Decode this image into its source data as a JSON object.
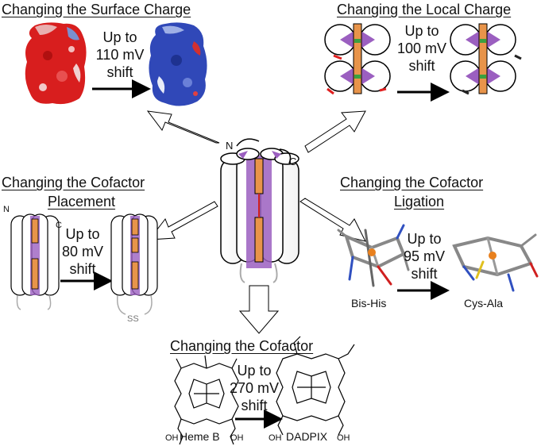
{
  "panels": {
    "surface": {
      "title": "Changing the Surface Charge",
      "shift": [
        "Up to",
        "110 mV",
        "shift"
      ]
    },
    "local": {
      "title": "Changing the Local Charge",
      "shift": [
        "Up to",
        "100 mV",
        "shift"
      ]
    },
    "placement": {
      "title": [
        "Changing the Cofactor",
        "Placement"
      ],
      "shift": [
        "Up to",
        "80 mV",
        "shift"
      ],
      "labels": {
        "n": "N",
        "c": "C",
        "ss": "SS"
      }
    },
    "ligation": {
      "title": [
        "Changing the Cofactor",
        "Ligation"
      ],
      "shift": [
        "Up to",
        "95 mV",
        "shift"
      ],
      "from": "Bis-His",
      "to": "Cys-Ala"
    },
    "cofactor": {
      "title": "Changing the Cofactor",
      "shift": [
        "Up to",
        "270 mV",
        "shift"
      ],
      "from": "Heme B",
      "to": "DADPIX",
      "oh_labels": [
        "OH",
        "OH",
        "OH",
        "OH"
      ]
    }
  },
  "center": {
    "n_label": "N",
    "c_label": "C"
  },
  "colors": {
    "negative": "#e02020",
    "positive": "#2a48b8",
    "heme": "#e8944a",
    "purple": "#9b5fc0",
    "green": "#3aa040"
  }
}
